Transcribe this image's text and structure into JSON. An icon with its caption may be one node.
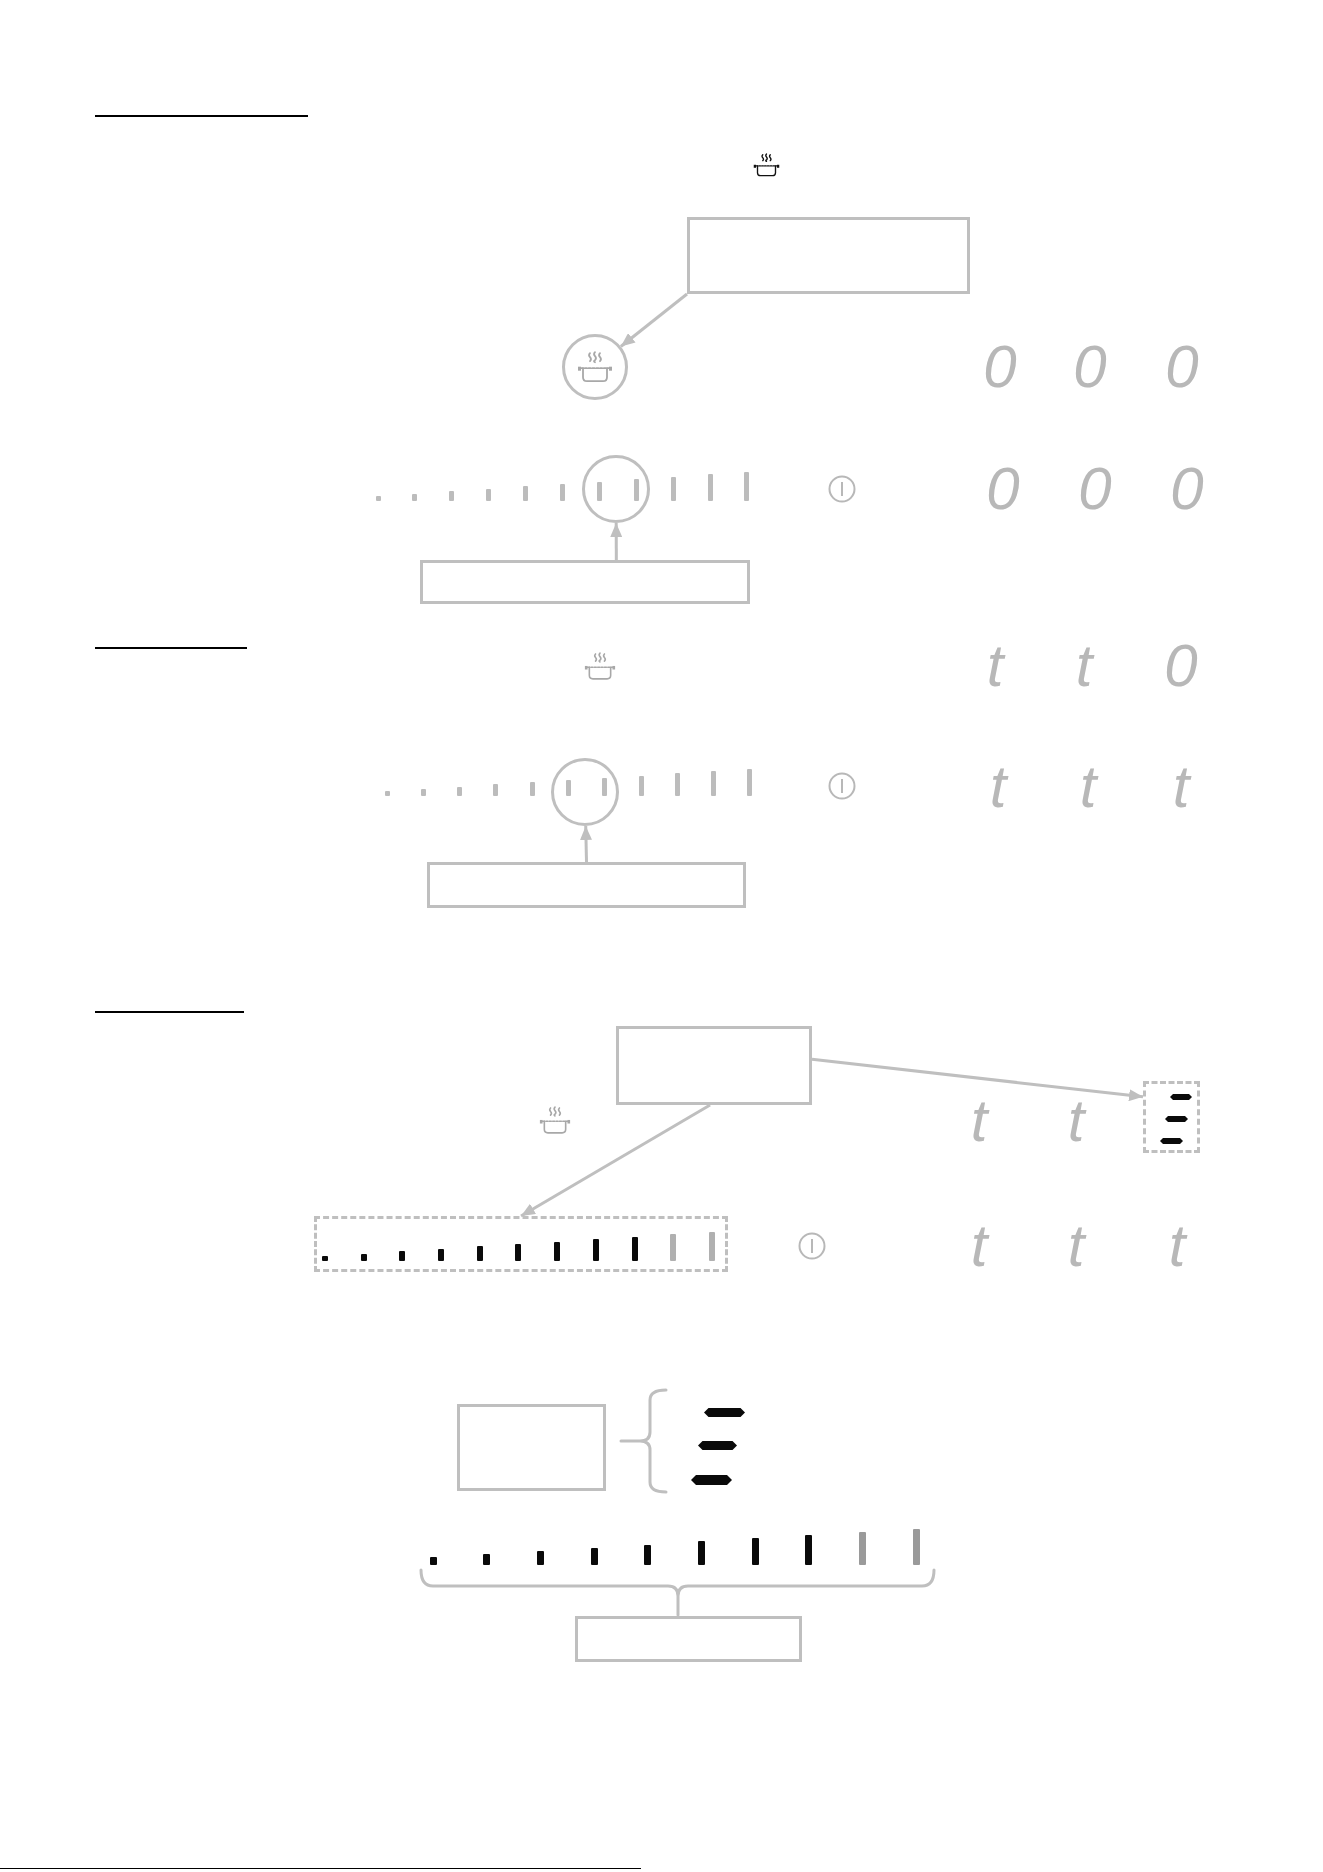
{
  "diagram": {
    "nodes": [
      {
        "text": [],
        "shape": "box"
      },
      {
        "text": [],
        "shape": "circle"
      },
      {
        "text": [],
        "shape": "circle"
      },
      {
        "text": [],
        "shape": "box"
      },
      {
        "text": [],
        "shape": "circle"
      },
      {
        "text": [],
        "shape": "box"
      },
      {
        "text": [],
        "shape": "box"
      },
      {
        "text": [],
        "shape": "box"
      },
      {
        "text": [],
        "shape": "box"
      },
      {
        "text": [],
        "shape": "box"
      },
      {
        "text": [],
        "shape": "box"
      }
    ],
    "edges": [
      {
        "from": 0,
        "to": 1,
        "arrow": "to"
      },
      {
        "from": 3,
        "to": 2,
        "arrow": "to"
      },
      {
        "from": 5,
        "to": 4,
        "arrow": "to"
      },
      {
        "from": 6,
        "to": 7,
        "arrow": "to"
      },
      {
        "from": 6,
        "to": 8,
        "arrow": "to"
      }
    ],
    "labels": [
      "0",
      "0",
      "0",
      "0",
      "0",
      "0",
      "t",
      "t",
      "0",
      "t",
      "t",
      "t",
      "t",
      "t",
      "t",
      "t",
      "t"
    ]
  }
}
